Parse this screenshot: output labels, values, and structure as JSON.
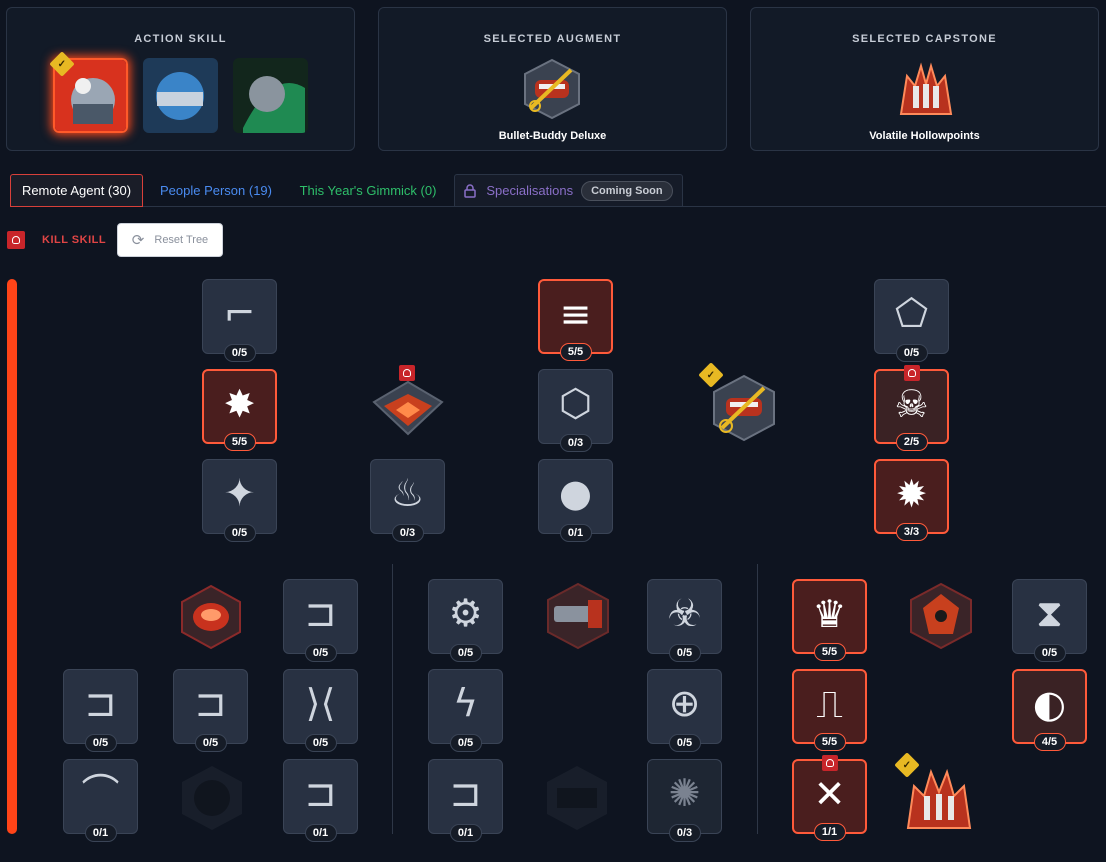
{
  "top_panels": {
    "action_skill": {
      "title": "ACTION SKILL"
    },
    "augment": {
      "title": "SELECTED AUGMENT",
      "name": "Bullet-Buddy Deluxe"
    },
    "capstone": {
      "title": "SELECTED CAPSTONE",
      "name": "Volatile Hollowpoints"
    }
  },
  "tabs": [
    {
      "label": "Remote Agent (30)",
      "active": true
    },
    {
      "label": "People Person (19)"
    },
    {
      "label": "This Year's Gimmick (0)"
    },
    {
      "label": "Specialisations",
      "badge": "Coming Soon"
    }
  ],
  "legend": {
    "kill_skill": "KILL SKILL"
  },
  "reset_button": "Reset Tree",
  "nodes": {
    "r1a": "0/5",
    "r1b": "5/5",
    "r1c": "0/5",
    "r2a": "5/5",
    "r2b": "0/3",
    "r2c": "2/5",
    "r3a": "0/5",
    "r3b": "0/3",
    "r3c": "0/1",
    "r3d": "3/3",
    "l1a": "0/5",
    "l2a": "0/5",
    "l2b": "0/5",
    "l2c": "0/5",
    "l3a": "0/1",
    "l3b": "0/1",
    "m1a": "0/5",
    "m1b": "0/5",
    "m2a": "0/5",
    "m2b": "0/5",
    "m3a": "0/1",
    "m3b": "0/3",
    "x1a": "5/5",
    "x1b": "0/5",
    "x2a": "5/5",
    "x2b": "4/5",
    "x3a": "1/1"
  },
  "colors": {
    "accent": "#ff4418",
    "kill": "#c8252a",
    "gold": "#e8b923",
    "tab_blue": "#4a8bf0",
    "tab_green": "#2ebf6a",
    "tab_purple": "#8a6fc8"
  }
}
